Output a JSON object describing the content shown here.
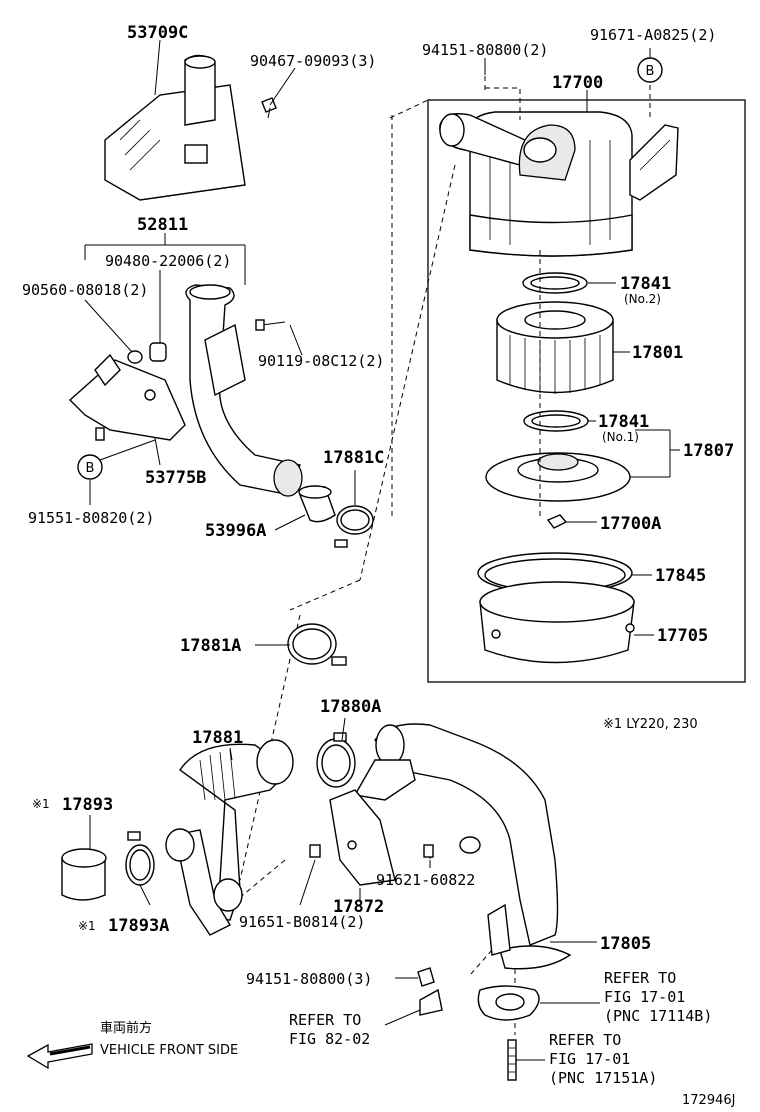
{
  "labels": {
    "p53709c": "53709C",
    "p90467": "90467-09093(3)",
    "p94151_top": "94151-80800(2)",
    "p91671": "91671-A0825(2)",
    "ref_b_top": "B",
    "p17700": "17700",
    "p52811": "52811",
    "p90480": "90480-22006(2)",
    "p90560": "90560-08018(2)",
    "p90119": "90119-08C12(2)",
    "p17841_no2": "17841",
    "p17841_no2_sub": "(No.2)",
    "p17801": "17801",
    "p17841_no1": "17841",
    "p17841_no1_sub": "(No.1)",
    "p17807": "17807",
    "p53775b": "53775B",
    "ref_b_left": "B",
    "p91551": "91551-80820(2)",
    "p17881c": "17881C",
    "p53996a": "53996A",
    "p17700a": "17700A",
    "p17845": "17845",
    "p17705": "17705",
    "p17881a": "17881A",
    "p17880a": "17880A",
    "note_ly": "※1 LY220, 230",
    "p17881": "17881",
    "star_17893": "※1",
    "p17893": "17893",
    "star_17893a": "※1",
    "p17893a": "17893A",
    "p91621": "91621-60822",
    "p17872": "17872",
    "p91651": "91651-B0814(2)",
    "p17805": "17805",
    "p94151_bottom": "94151-80800(3)",
    "refer_1_l1": "REFER TO",
    "refer_1_l2": "FIG 17-01",
    "refer_1_l3": "(PNC 17114B)",
    "refer_2_l1": "REFER TO",
    "refer_2_l2": "FIG 82-02",
    "refer_3_l1": "REFER TO",
    "refer_3_l2": "FIG 17-01",
    "refer_3_l3": "(PNC 17151A)",
    "front_jp": "車両前方",
    "front_en": "VEHICLE FRONT SIDE",
    "drawing_no": "172946J"
  }
}
